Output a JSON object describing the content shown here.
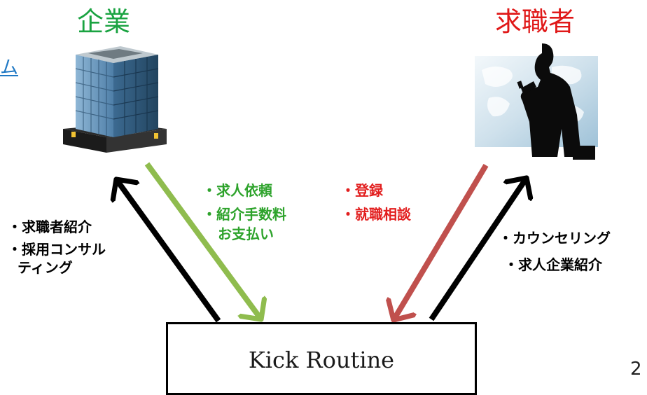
{
  "colors": {
    "green_title": "#1aa341",
    "red_title": "#e01818",
    "green_label": "#2ea32c",
    "red_label": "#e21f1f",
    "green_arrow": "#8fbc4e",
    "red_arrow": "#c0504d",
    "black_arrow": "#000000",
    "link": "#1f78c4"
  },
  "left_entity": {
    "title": "企業",
    "icon": "office-building-icon"
  },
  "right_entity": {
    "title": "求職者",
    "icon": "businessman-silhouette-icon"
  },
  "link_fragment": "ム",
  "center_box": {
    "label": "Kick Routine"
  },
  "labels": {
    "company_to_center": [
      "・求人依頼",
      "・紹介手数料",
      "お支払い"
    ],
    "seeker_to_center": [
      "・登録",
      "・就職相談"
    ],
    "center_to_company": [
      "・求職者紹介",
      "・採用コンサル",
      "ティング"
    ],
    "center_to_seeker": [
      "・カウンセリング",
      "・求人企業紹介"
    ]
  },
  "page_number": "2"
}
